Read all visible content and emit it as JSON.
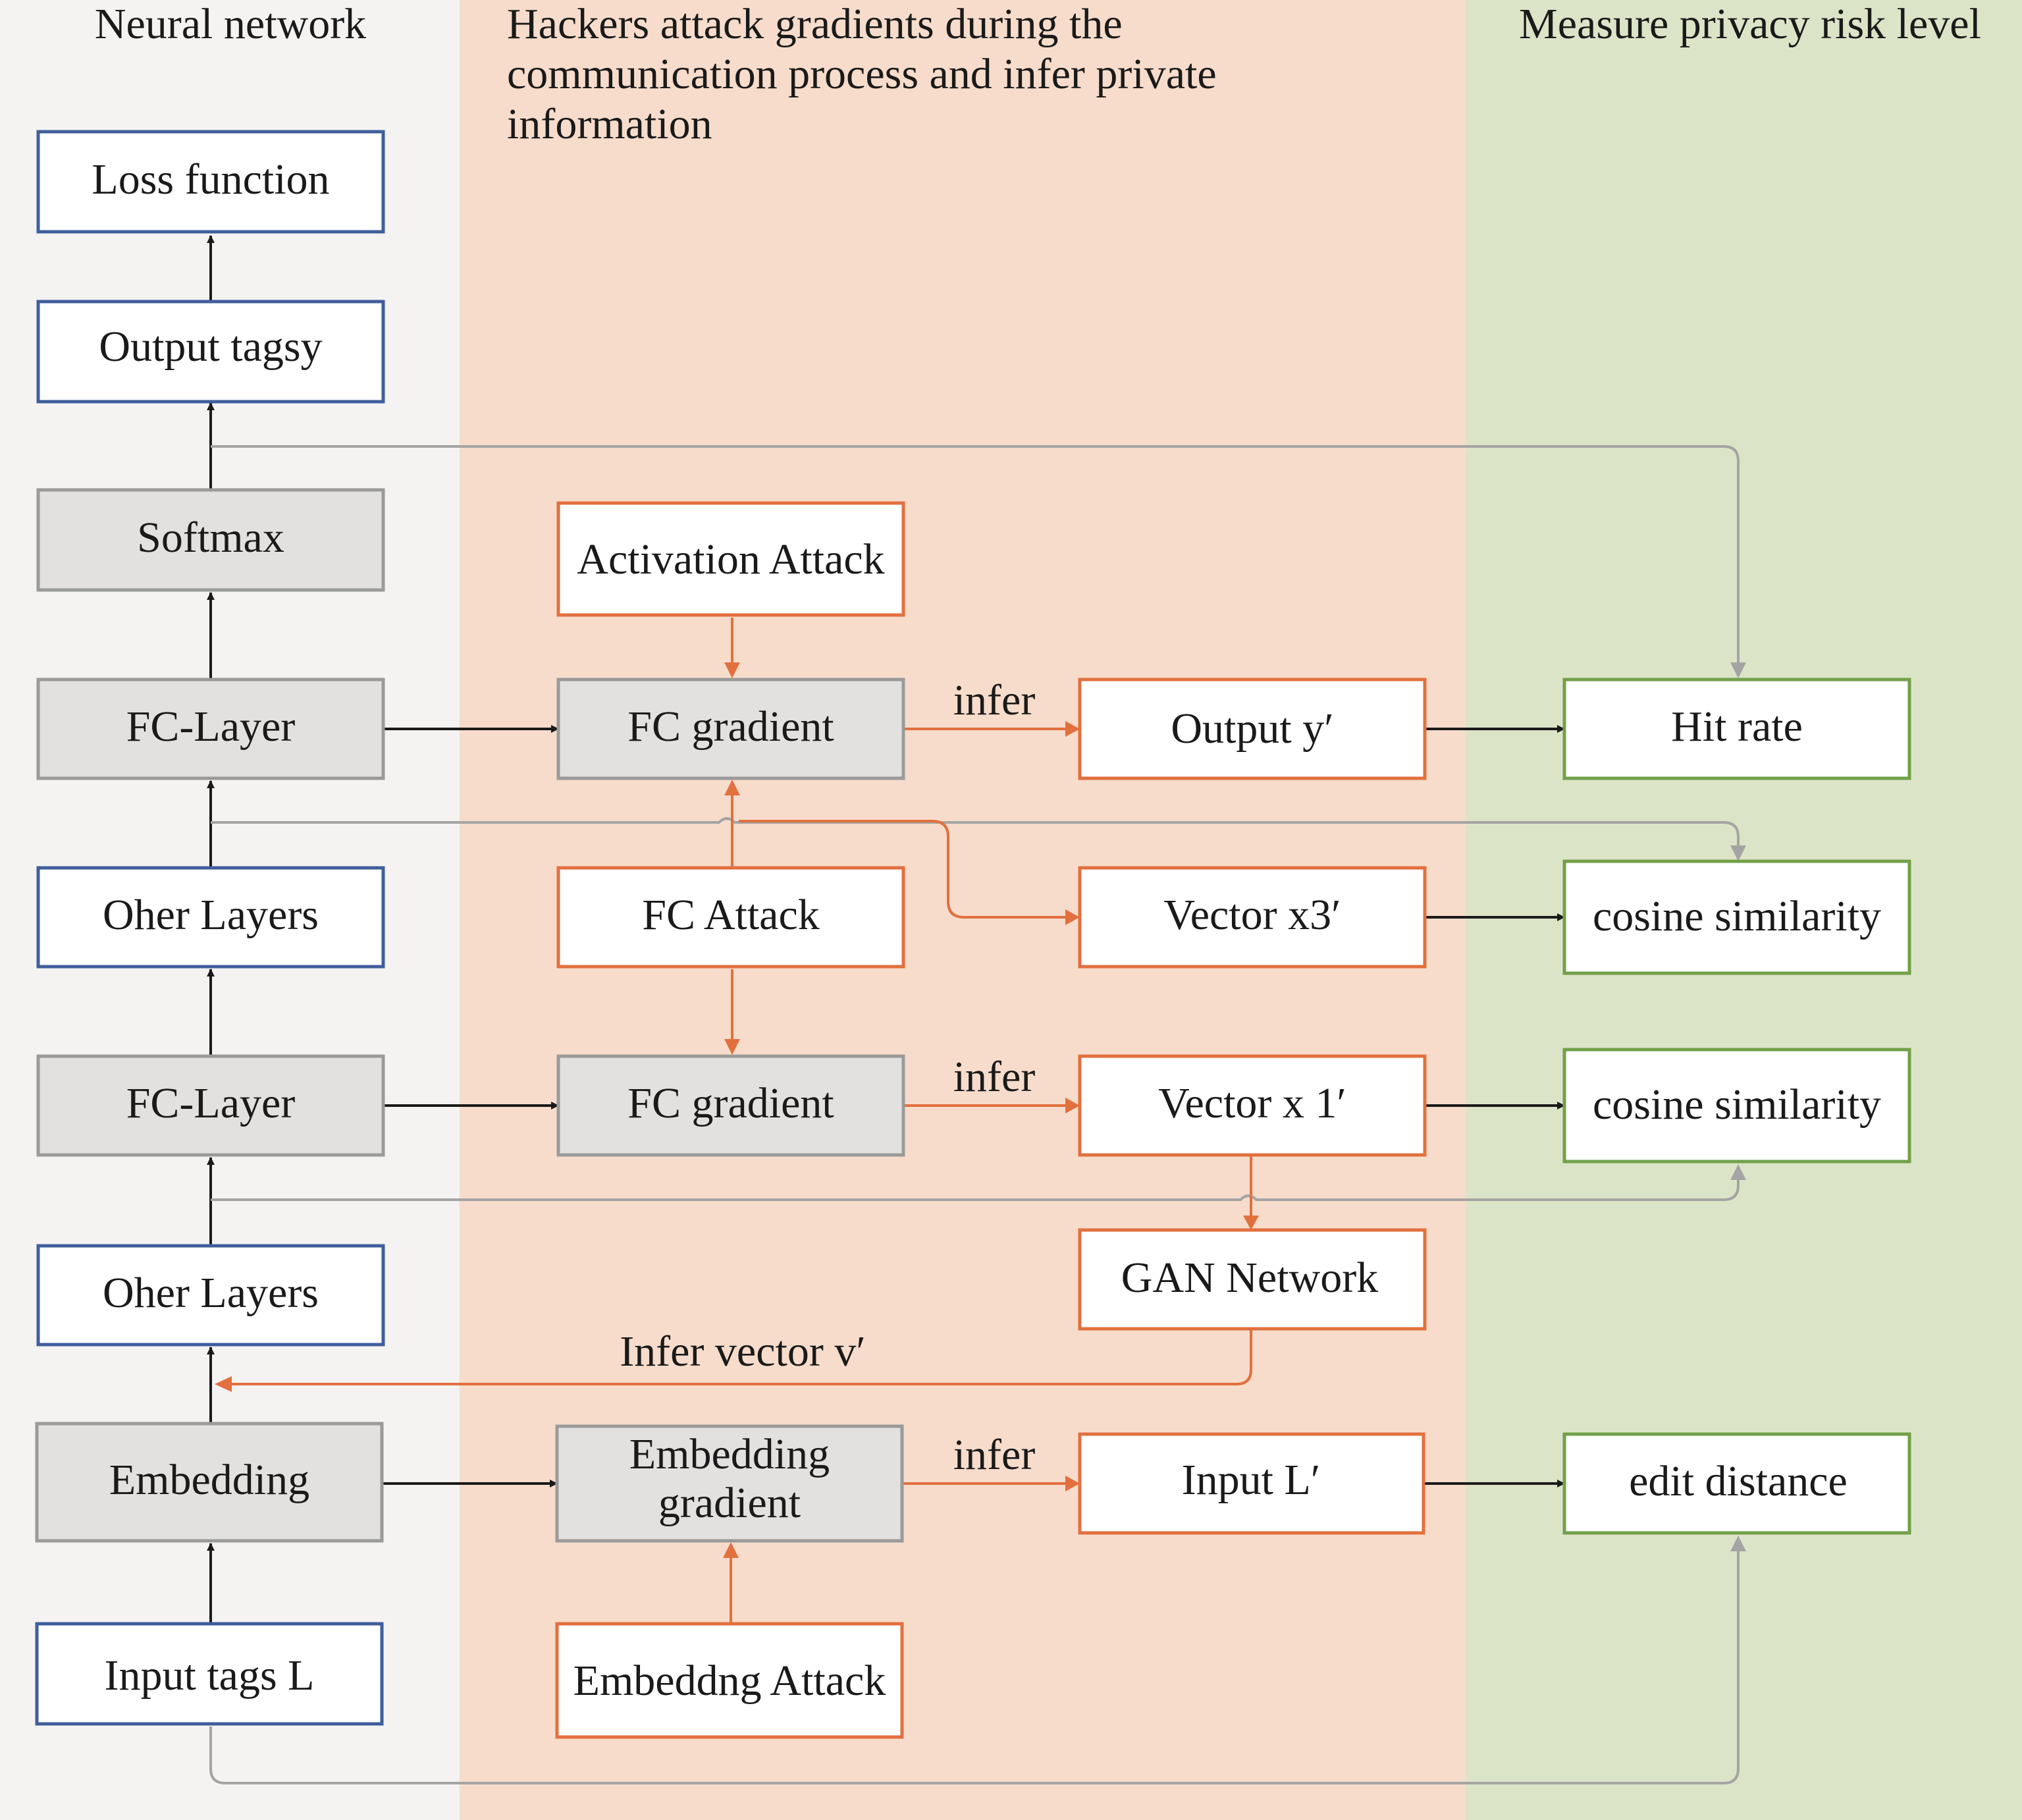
{
  "columns": {
    "neural": {
      "title": "Neural network",
      "bg": "#f4f3f2"
    },
    "hackers": {
      "title_lines": [
        "Hackers attack gradients during the",
        "communication process and infer private",
        "information"
      ],
      "bg": "#f7dccb"
    },
    "privacy": {
      "title": "Measure privacy risk level",
      "bg": "#dce4c8"
    }
  },
  "colors": {
    "blue_border": "#3f5e9c",
    "gray_border": "#9a9a9a",
    "gray_fill": "#e3e1df",
    "orange": "#e2703e",
    "green_border": "#72a048",
    "black": "#1a1a1a",
    "gray_line": "#a4a4a4"
  },
  "nodes": {
    "loss_function": "Loss function",
    "output_tags": "Output tagsy",
    "softmax": "Softmax",
    "fc_layer_top": "FC-Layer",
    "other_layers_top": "Oher Layers",
    "fc_layer_bottom": "FC-Layer",
    "other_layers_bottom": "Oher Layers",
    "embedding": "Embedding",
    "input_tags": "Input tags L",
    "activation_attack": "Activation Attack",
    "fc_gradient_top": "FC gradient",
    "fc_attack": "FC Attack",
    "fc_gradient_bottom": "FC gradient",
    "embedding_gradient_lines": [
      "Embedding",
      "gradient"
    ],
    "embedding_attack": "Embeddng Attack",
    "output_y": "Output y′",
    "vector_x3": "Vector x3′",
    "vector_x1": "Vector x 1′",
    "gan_network": "GAN Network",
    "input_l": "Input L′",
    "hit_rate": "Hit rate",
    "cosine_top": "cosine similarity",
    "cosine_bottom": "cosine similarity",
    "edit_distance": "edit distance"
  },
  "edge_labels": {
    "infer_top": "infer",
    "infer_mid": "infer",
    "infer_bottom": "infer",
    "infer_vector": "Infer vector v′"
  }
}
